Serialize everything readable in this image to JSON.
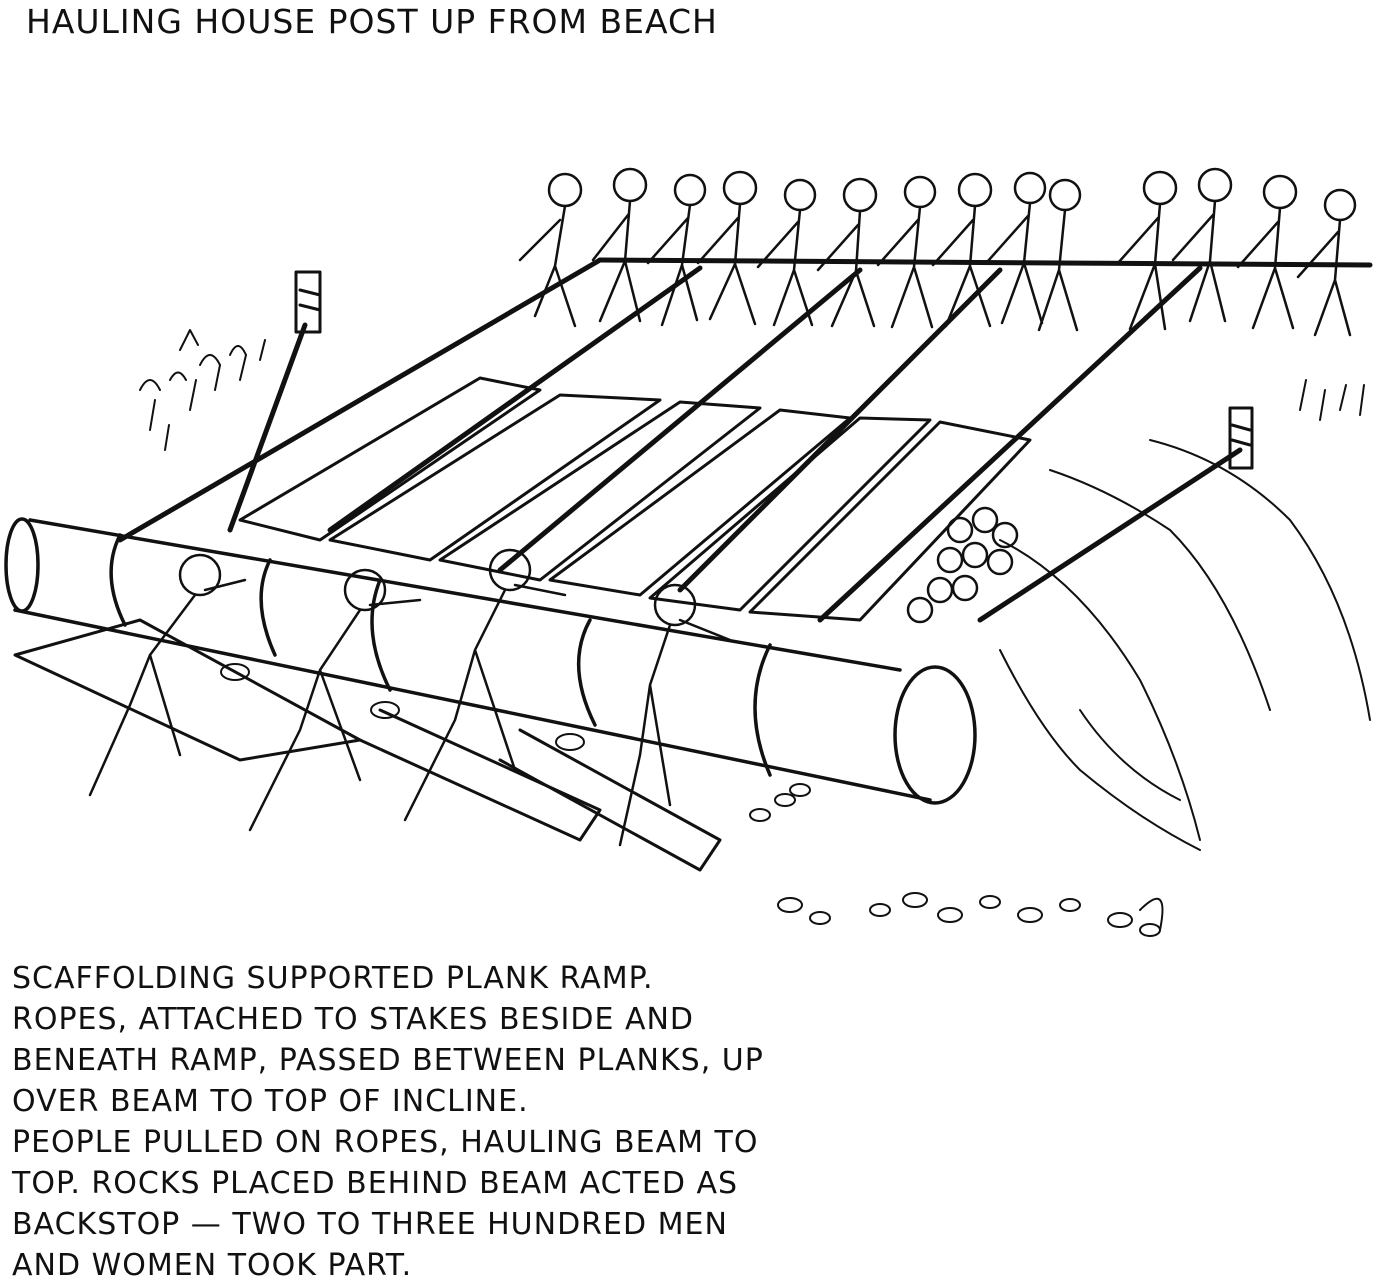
{
  "title": "HAULING HOUSE POST UP FROM BEACH",
  "caption": {
    "lines": [
      "SCAFFOLDING SUPPORTED PLANK RAMP.",
      "ROPES, ATTACHED TO STAKES BESIDE AND",
      "BENEATH RAMP, PASSED BETWEEN PLANKS, UP",
      "OVER BEAM TO TOP OF INCLINE.",
      "PEOPLE PULLED ON ROPES, HAULING BEAM TO",
      "TOP. ROCKS PLACED BEHIND BEAM ACTED AS",
      "BACKSTOP — TWO TO THREE HUNDRED MEN",
      "AND WOMEN TOOK PART."
    ]
  }
}
